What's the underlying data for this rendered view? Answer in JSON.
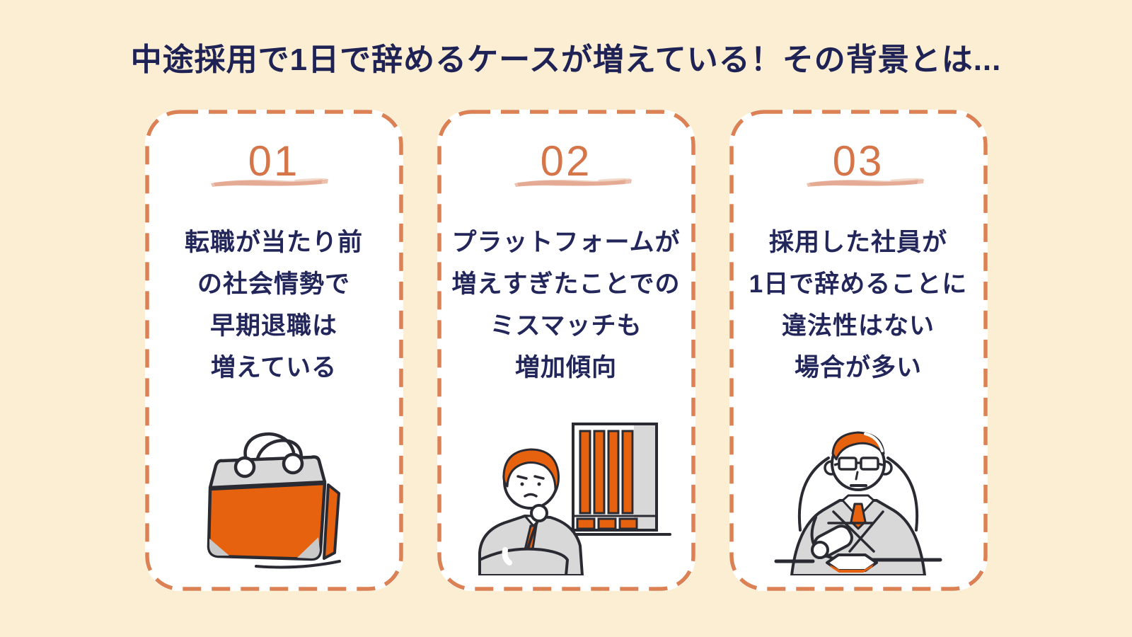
{
  "page": {
    "title": "中途採用で1日で辞めるケースが増えている！その背景とは...",
    "background_color": "#FBEED2",
    "card_background": "#FFFFFF",
    "dashed_border_color": "#DC8154",
    "number_color": "#D5764A",
    "brush_underline_color": "#E8B89D",
    "text_color": "#22265A",
    "illustration_orange": "#E6620F",
    "illustration_gray": "#D8D8D8",
    "illustration_outline": "#2A2A33"
  },
  "cards": [
    {
      "number": "01",
      "lines": [
        "転職が当たり前",
        "の社会情勢で",
        "早期退職は",
        "増えている"
      ],
      "illustration": "orange-briefcase-bag"
    },
    {
      "number": "02",
      "lines": [
        "プラットフォームが",
        "増えすぎたことでの",
        "ミスマッチも",
        "増加傾向"
      ],
      "illustration": "thinking-businessman-with-building"
    },
    {
      "number": "03",
      "lines": [
        "採用した社員が",
        "1日で辞めることに",
        "違法性はない",
        "場合が多い"
      ],
      "illustration": "judge-with-gavel"
    }
  ]
}
